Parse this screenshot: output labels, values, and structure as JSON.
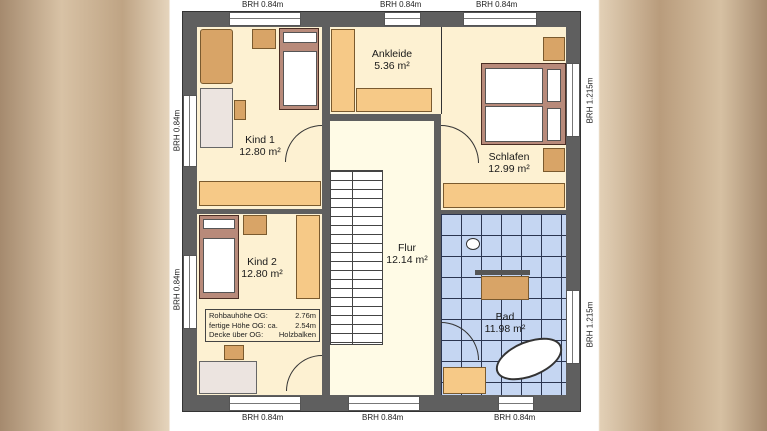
{
  "rooms": {
    "kind1": {
      "name": "Kind 1",
      "area": "12.80 m²"
    },
    "kind2": {
      "name": "Kind 2",
      "area": "12.80 m²"
    },
    "ankleide": {
      "name": "Ankleide",
      "area": "5.36 m²"
    },
    "schlafen": {
      "name": "Schlafen",
      "area": "12.99 m²"
    },
    "flur": {
      "name": "Flur",
      "area": "12.14 m²"
    },
    "bad": {
      "name": "Bad",
      "area": "11.98 m²"
    }
  },
  "windows": {
    "top": [
      "BRH 0.84m",
      "BRH 0.84m",
      "BRH 0.84m"
    ],
    "bottom": [
      "BRH 0.84m",
      "BRH 0.84m",
      "BRH 0.84m"
    ],
    "left": [
      "BRH 0.84m",
      "BRH 0.84m"
    ],
    "right": [
      "BRH 1.215m",
      "BRH 1.215m"
    ]
  },
  "info": [
    {
      "label": "Rohbauhöhe OG:",
      "value": "2.76m"
    },
    {
      "label": "fertige Höhe OG: ca.",
      "value": "2.54m"
    },
    {
      "label": "Decke über OG:",
      "value": "Holzbalken"
    }
  ],
  "colors": {
    "wall": "#5f5f5f",
    "room": "#fdf1d2",
    "bad_tiles": "#c5d6f2",
    "furniture": "#f6c987"
  }
}
